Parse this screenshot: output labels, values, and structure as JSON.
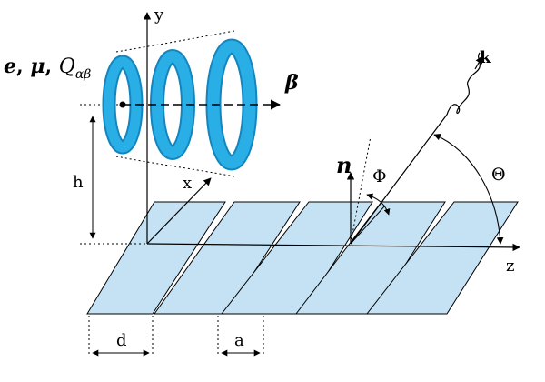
{
  "labels": {
    "y_axis": "y",
    "x_axis": "x",
    "z_axis": "z",
    "h": "h",
    "d": "d",
    "a": "a",
    "n": "n",
    "phi": "Φ",
    "theta": "Θ",
    "k": "k",
    "beta": "β",
    "charges": {
      "e": "e",
      "sep1": ", ",
      "mu": "μ",
      "sep2": ", ",
      "q": "Q",
      "q_sub": "αβ"
    }
  },
  "colors": {
    "torus_fill": "#2aaee6",
    "torus_edge": "#1385bf",
    "strip_fill": "#c5e2f5",
    "ink": "#000000"
  },
  "grating": {
    "strip_count": 5
  },
  "beam": {
    "torus_count": 3
  }
}
